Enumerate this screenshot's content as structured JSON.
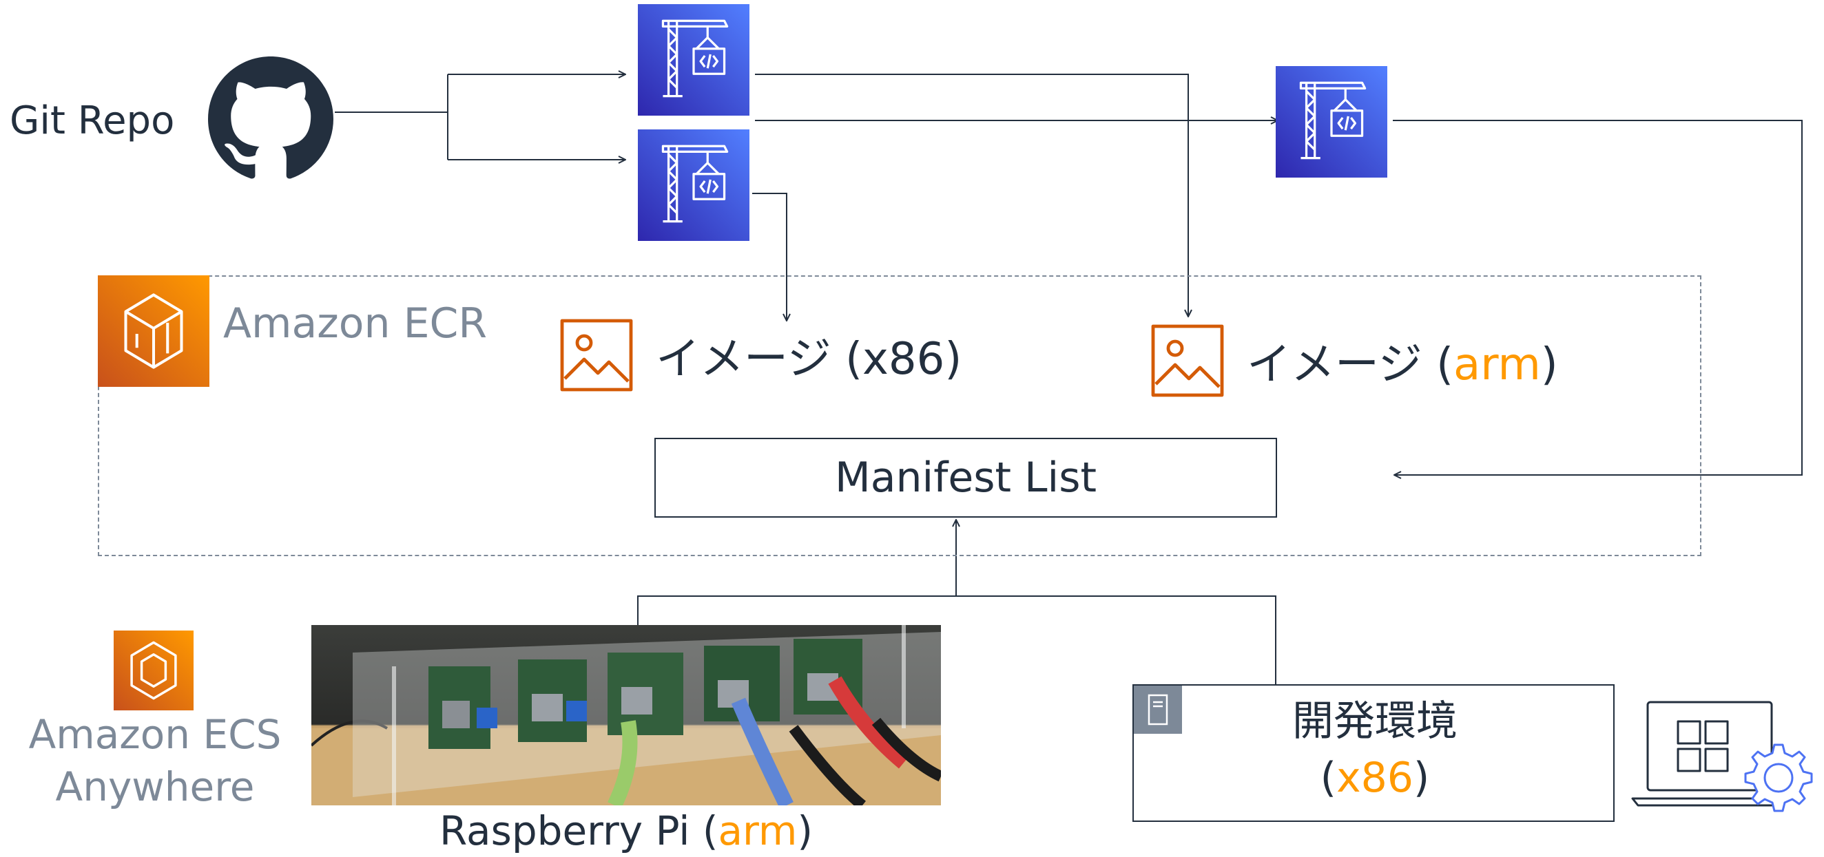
{
  "labels": {
    "git_repo": "Git Repo",
    "amazon_ecr": "Amazon ECR",
    "image_x86": "イメージ (x86)",
    "image_arm_prefix": "イメージ (",
    "image_arm_arch": "arm",
    "image_arm_suffix": ")",
    "manifest_list": "Manifest List",
    "ecs_anywhere_line1": "Amazon ECS",
    "ecs_anywhere_line2": "Anywhere",
    "raspberry_prefix": "Raspberry Pi (",
    "raspberry_arch": "arm",
    "raspberry_suffix": ")",
    "dev_env_line1": "開発環境",
    "dev_env_prefix": "(",
    "dev_env_arch": "x86",
    "dev_env_suffix": ")"
  },
  "colors": {
    "text": "#232f3e",
    "accent": "#ff9900",
    "codebuild_from": "#2e27ad",
    "codebuild_to": "#527fff",
    "ecr_from": "#c8511b",
    "ecr_to": "#ff9900",
    "dashed_border": "#7d8998",
    "laptop": "#232f3e",
    "gear": "#4d72f3"
  },
  "icons": {
    "github": "github-icon",
    "codebuild": "codebuild-crane-icon",
    "ecr": "ecr-icon",
    "ecs_anywhere": "ecs-anywhere-icon",
    "image": "container-image-icon",
    "server": "server-icon",
    "laptop": "laptop-gear-icon"
  }
}
